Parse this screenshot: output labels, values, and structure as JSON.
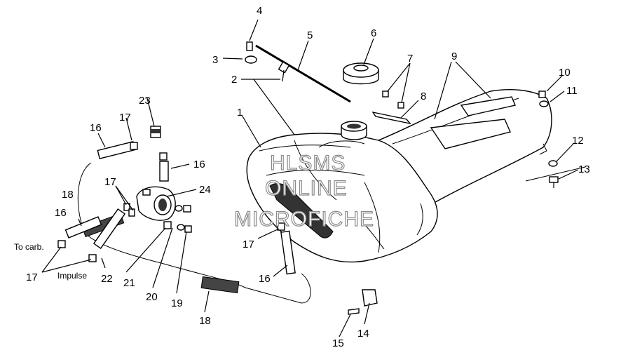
{
  "labels": {
    "l1": "1",
    "l2": "2",
    "l3": "3",
    "l4": "4",
    "l5": "5",
    "l6": "6",
    "l7": "7",
    "l8": "8",
    "l9": "9",
    "l10": "10",
    "l11": "11",
    "l12": "12",
    "l13": "13",
    "l14": "14",
    "l15": "15",
    "l16a": "16",
    "l16b": "16",
    "l16c": "16",
    "l16d": "16",
    "l17a": "17",
    "l17b": "17",
    "l17c": "17",
    "l17d": "17",
    "l18a": "18",
    "l18b": "18",
    "l19": "19",
    "l20": "20",
    "l21": "21",
    "l22": "22",
    "l23": "23",
    "l24": "24"
  },
  "notes": {
    "to_carb": "To carb.",
    "impulse": "Impulse"
  },
  "watermark": {
    "line1": "HLSMS",
    "line2": "ONLINE",
    "line3": "MICROFICHE"
  }
}
